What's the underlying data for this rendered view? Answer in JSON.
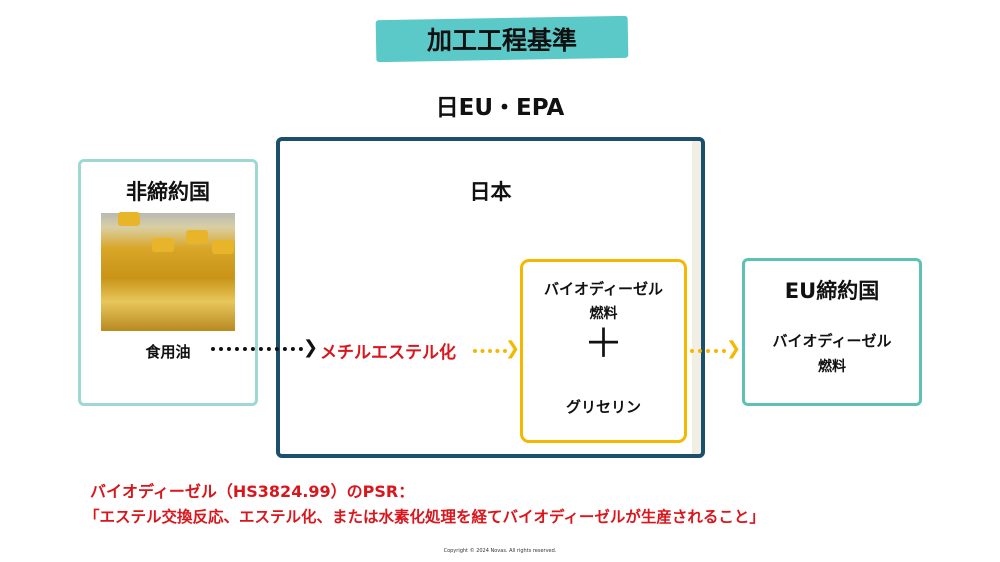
{
  "title": "加工工程基準",
  "subtitle": "日EU・EPA",
  "non_party": {
    "title": "非締約国",
    "item": "食用油"
  },
  "japan": {
    "title": "日本",
    "process": "メチルエステル化",
    "product_line1": "バイオディーゼル",
    "product_line2": "燃料",
    "plus": "＋",
    "byproduct": "グリセリン"
  },
  "eu_party": {
    "title": "EU締約国",
    "line1": "バイオディーゼル",
    "line2": "燃料"
  },
  "note": {
    "line1": "バイオディーゼル（HS3824.99）のPSR：",
    "line2": "「エステル交換反応、エステル化、または水素化処理を経てバイオディーゼルが生産されること」"
  },
  "copyright": "Copyright © 2024 Novas. All rights reserved.",
  "colors": {
    "teal": "#5cc9c9",
    "navy": "#1b4f6b",
    "yellow": "#f5b800",
    "red": "#d9161c"
  }
}
